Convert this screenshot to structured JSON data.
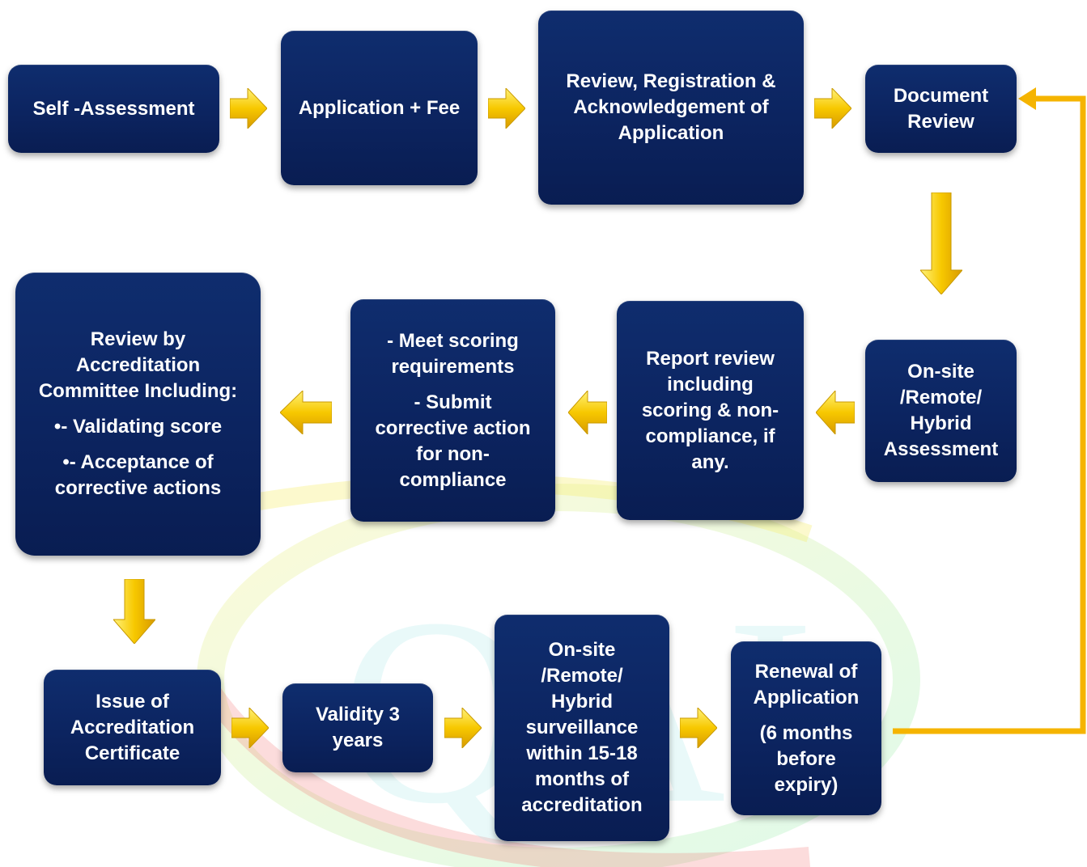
{
  "steps": {
    "self_assessment": "Self -Assessment",
    "application_fee": "Application + Fee",
    "review_registration": [
      "Review, Registration &",
      "Acknowledgement of",
      "Application"
    ],
    "document_review": [
      "Document",
      "Review"
    ],
    "onsite_assessment": [
      "On-site",
      "/Remote/",
      "Hybrid",
      "Assessment"
    ],
    "report_review": [
      "Report review",
      "including",
      "scoring & non-",
      "compliance, if",
      "any."
    ],
    "meet_scoring": [
      "- Meet scoring",
      "requirements"
    ],
    "submit_corrective": [
      "- Submit",
      "corrective action",
      "for non-",
      "compliance"
    ],
    "committee_review": [
      "Review by",
      "Accreditation",
      "Committee Including:"
    ],
    "committee_bullets": [
      "•- Validating score",
      "•- Acceptance of",
      "corrective actions"
    ],
    "issue_certificate": [
      "Issue of",
      "Accreditation",
      "Certificate"
    ],
    "validity": [
      "Validity 3",
      "years"
    ],
    "surveillance": [
      "On-site",
      "/Remote/",
      "Hybrid",
      "surveillance",
      "within 15-18",
      "months of",
      "accreditation"
    ],
    "renewal": [
      "Renewal of",
      "Application"
    ],
    "renewal_note": [
      "(6 months",
      "before",
      "expiry)"
    ]
  },
  "watermark_text": "QAI",
  "colors": {
    "box": "#0c2460",
    "arrow": "#f5c400",
    "connector": "#f5b400",
    "watermark_red": "#f06060",
    "watermark_yellow": "#f5ef70",
    "watermark_green": "#80e8a8",
    "watermark_cyan": "#a0e8e8"
  }
}
